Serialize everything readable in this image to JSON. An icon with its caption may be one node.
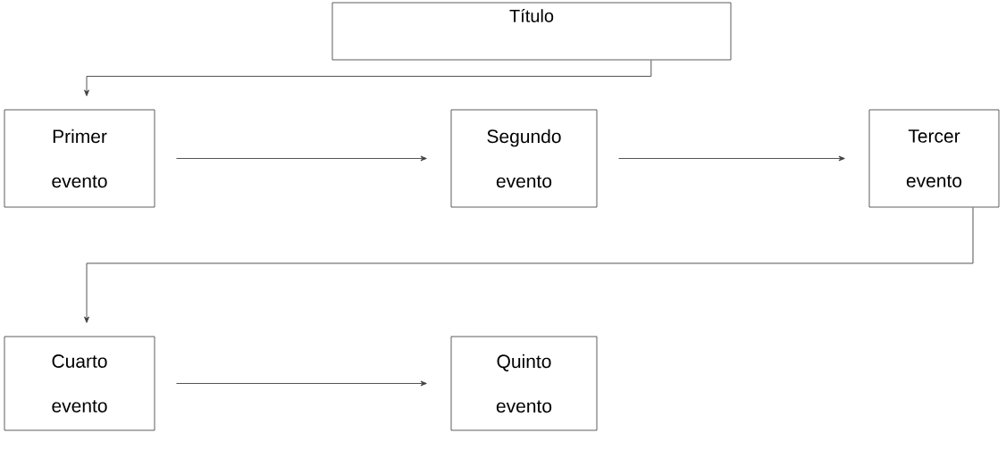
{
  "diagram": {
    "nodes": [
      {
        "text": [
          "Título"
        ]
      },
      {
        "text": [
          "Primer evento"
        ]
      },
      {
        "text": [
          "Segundo evento"
        ]
      },
      {
        "text": [
          "Tercer evento"
        ]
      },
      {
        "text": [
          "Cuarto evento"
        ]
      },
      {
        "text": [
          "Quinto evento"
        ]
      }
    ],
    "edges": [
      {
        "from": 0,
        "to": 1,
        "arrow": "to"
      },
      {
        "from": 1,
        "to": 2,
        "arrow": "to"
      },
      {
        "from": 2,
        "to": 3,
        "arrow": "to"
      },
      {
        "from": 3,
        "to": 4,
        "arrow": "to"
      },
      {
        "from": 4,
        "to": 5,
        "arrow": "to"
      }
    ]
  }
}
